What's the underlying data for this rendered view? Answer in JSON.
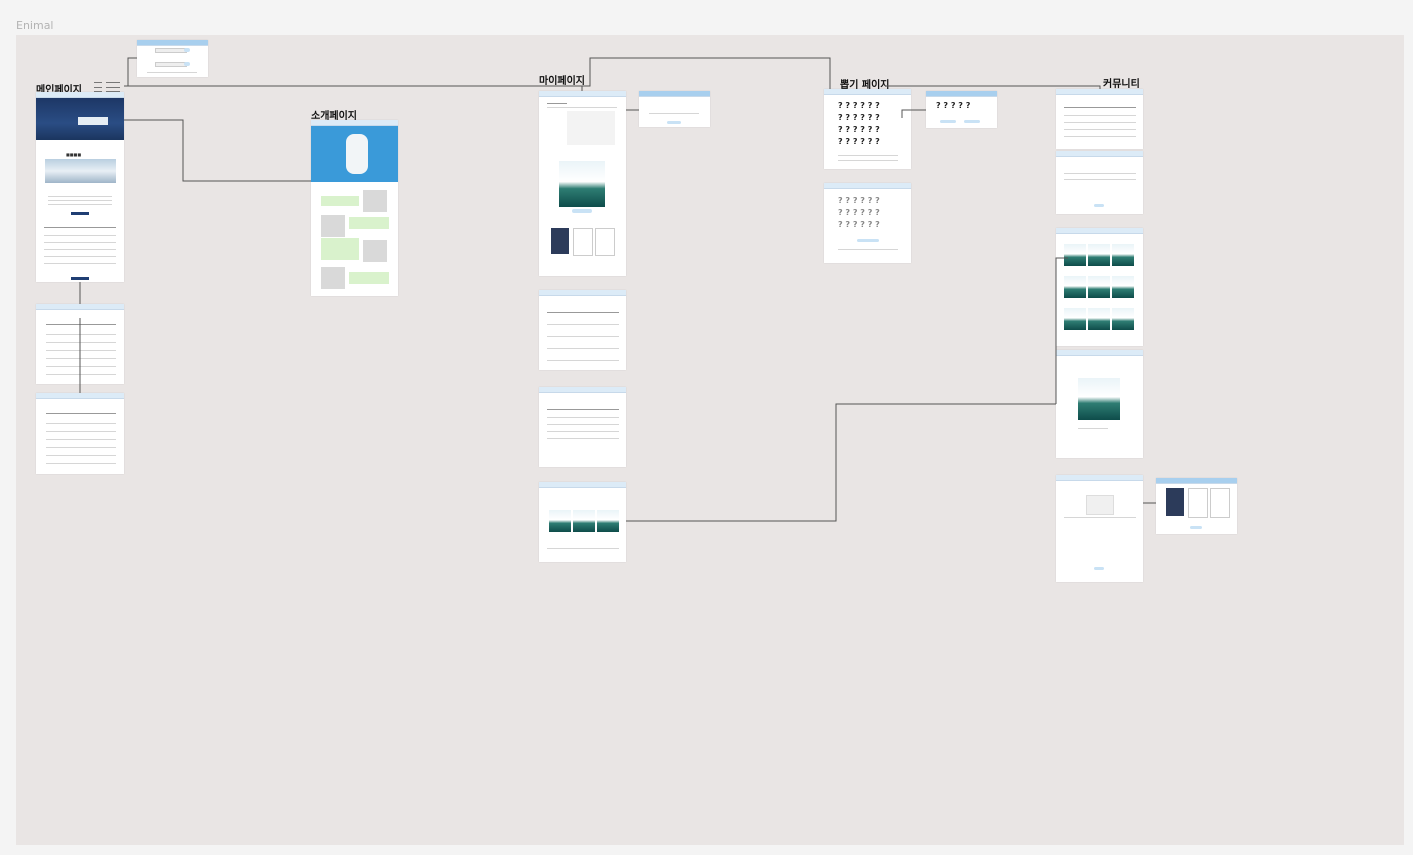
{
  "canvas": {
    "title": "Enimal"
  },
  "sections": {
    "main": "메인페이지",
    "intro": "소개페이지",
    "mypage": "마이페이지",
    "draw": "뽑기 페이지",
    "community": "커뮤니티"
  },
  "colors": {
    "board": "#e9e5e4",
    "header": "#dcebf7",
    "accent": "#3a9ad9",
    "navy": "#1f3e73",
    "connector": "#555555"
  }
}
